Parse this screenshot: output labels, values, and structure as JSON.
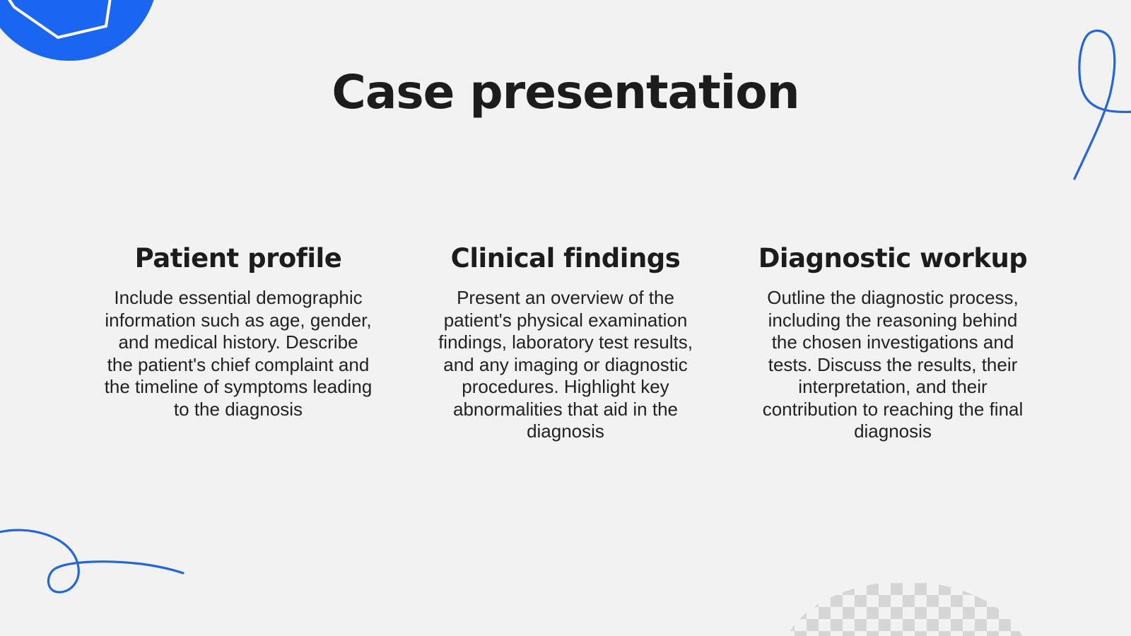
{
  "slide": {
    "title": "Case presentation",
    "columns": [
      {
        "heading": "Patient profile",
        "body": "Include essential demographic information such as age, gender, and medical history. Describe the patient's chief complaint and the timeline of symptoms leading to the diagnosis"
      },
      {
        "heading": "Clinical findings",
        "body": "Present an overview of the patient's physical examination findings, laboratory test results, and any imaging or diagnostic procedures. Highlight key abnormalities that aid in the diagnosis"
      },
      {
        "heading": "Diagnostic workup",
        "body": "Outline the diagnostic process, including the reasoning behind the chosen investigations and tests. Discuss the results, their interpretation, and their contribution to reaching the final diagnosis"
      }
    ]
  },
  "decorations": {
    "accent_color": "#1a66f0",
    "line_color": "#2465d8",
    "checker_color": "#d6d6d6",
    "background_color": "#f2f2f2",
    "items": [
      "blue-circle-hexagon",
      "loop-line-top-right",
      "loop-line-bottom-left",
      "checker-semicircle-bottom"
    ]
  }
}
